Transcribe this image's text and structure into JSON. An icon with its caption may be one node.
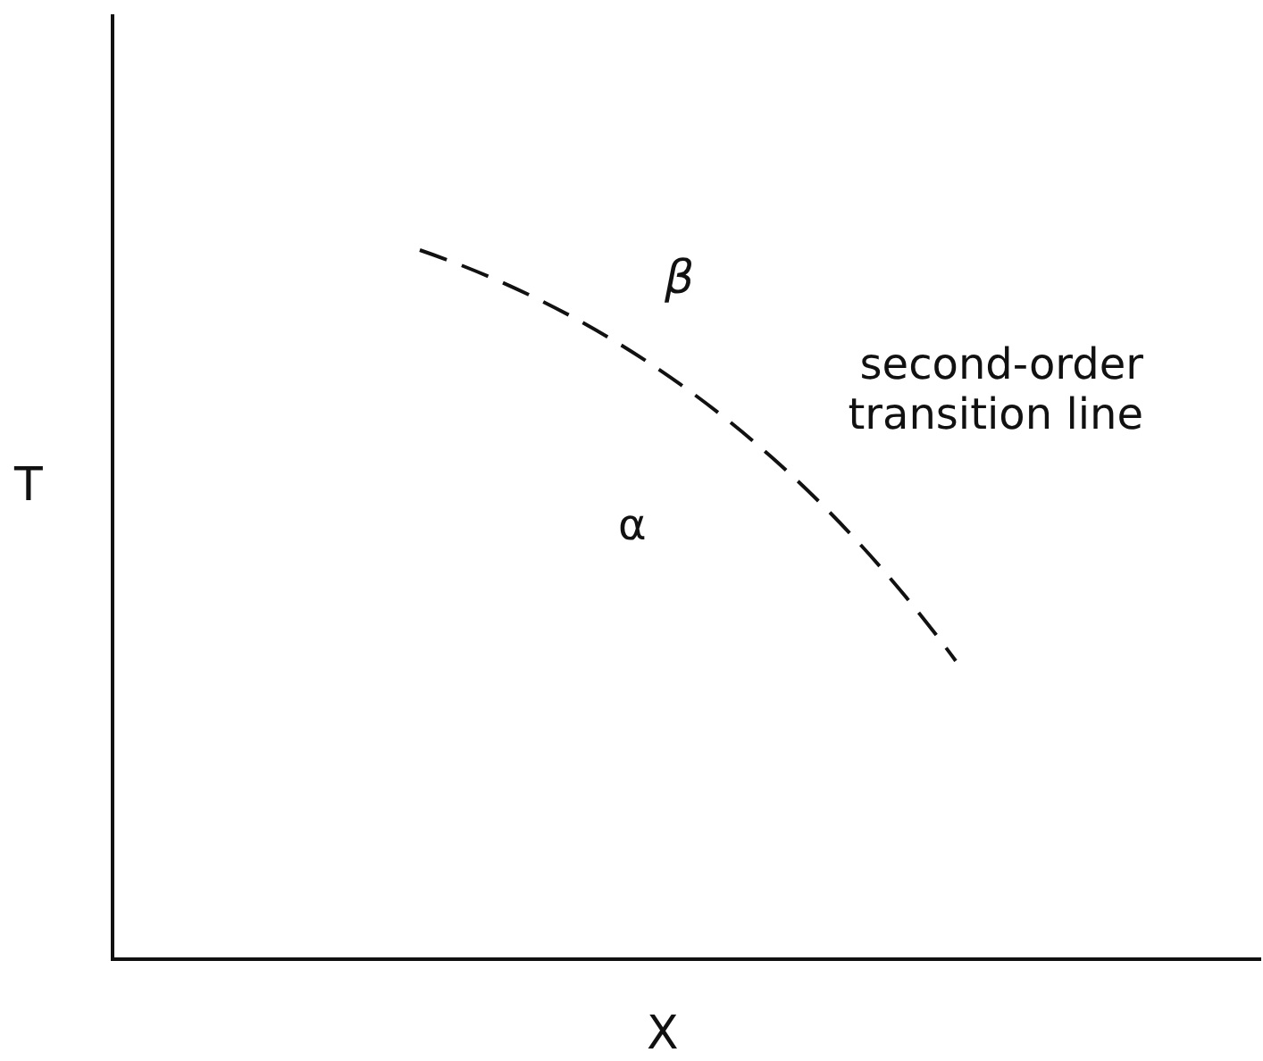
{
  "diagram": {
    "labels": [
      "β",
      "second-order transition line",
      "T",
      "α",
      "X"
    ]
  }
}
